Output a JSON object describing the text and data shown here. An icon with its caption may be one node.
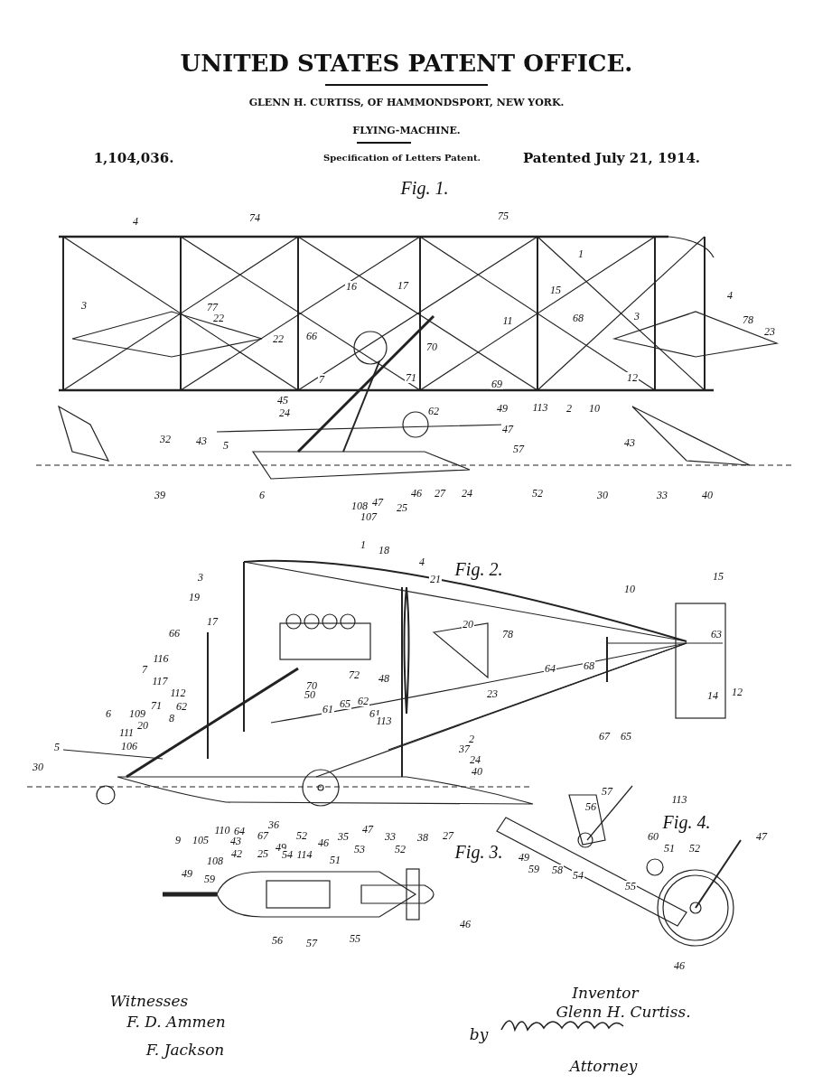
{
  "diagram": {
    "title": "UNITED STATES PATENT OFFICE.",
    "labels": [
      "GLENN H. CURTISS, OF HAMMONDSPORT, NEW YORK.",
      "FLYING-MACHINE.",
      "1,104,036.",
      "Specification of Letters Patent.",
      "Patented July 21, 1914.",
      "Fig. 1.",
      "74",
      "75",
      "4",
      "1",
      "3",
      "16",
      "17",
      "15",
      "4",
      "77",
      "22",
      "68",
      "3",
      "78",
      "23",
      "11",
      "22",
      "66",
      "70",
      "7",
      "71",
      "69",
      "12",
      "45",
      "49",
      "113",
      "2",
      "10",
      "24",
      "62",
      "47",
      "43",
      "43",
      "32",
      "5",
      "57",
      "39",
      "6",
      "46",
      "27",
      "24",
      "52",
      "30",
      "33",
      "40",
      "108",
      "47",
      "107",
      "25",
      "Fig. 2.",
      "1",
      "18",
      "4",
      "3",
      "21",
      "19",
      "15",
      "10",
      "17",
      "20",
      "66",
      "78",
      "63",
      "116",
      "7",
      "72",
      "70",
      "48",
      "64",
      "68",
      "23",
      "117",
      "112",
      "50",
      "61",
      "65",
      "62",
      "14",
      "12",
      "71",
      "62",
      "109",
      "8",
      "61",
      "113",
      "20",
      "111",
      "106",
      "2",
      "37",
      "24",
      "40",
      "5",
      "6",
      "67",
      "65",
      "30",
      "9",
      "105",
      "110",
      "64",
      "43",
      "67",
      "36",
      "49",
      "52",
      "46",
      "35",
      "47",
      "33",
      "38",
      "27",
      "108",
      "42",
      "25",
      "114",
      "Fig. 3.",
      "54",
      "51",
      "53",
      "52",
      "49",
      "59",
      "46",
      "56",
      "57",
      "55",
      "56",
      "57",
      "113",
      "Fig. 4.",
      "60",
      "47",
      "51",
      "52",
      "49",
      "59",
      "58",
      "54",
      "55",
      "46",
      "Witnesses",
      "F. D. Ammen",
      "F. Jackson",
      "Inventor",
      "Glenn H. Curtiss.",
      "by",
      "Attorney"
    ]
  }
}
